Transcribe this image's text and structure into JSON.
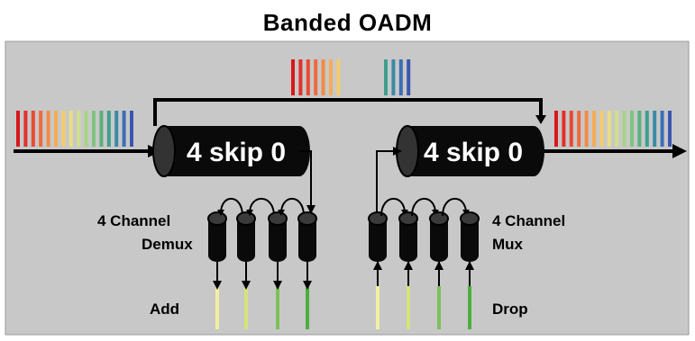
{
  "title": "Banded  OADM",
  "left_filter": {
    "label": "4 skip 0"
  },
  "right_filter": {
    "label": "4 skip 0"
  },
  "demux": {
    "line1": "4 Channel",
    "line2": "Demux"
  },
  "mux": {
    "line1": "4 Channel",
    "line2": "Mux"
  },
  "add_label": "Add",
  "drop_label": "Drop",
  "colors": {
    "panel": "#c8c8c8",
    "component": "#0a0a0a",
    "spectrum": [
      "#d7191c",
      "#e0302a",
      "#e84a33",
      "#ee6a3c",
      "#f28b45",
      "#f5ab55",
      "#f4cc6a",
      "#eadf82",
      "#cfe08a",
      "#a6d484",
      "#7fc47e",
      "#5ab07c",
      "#3f9f8f",
      "#3b8aa6",
      "#3b6fb5",
      "#3a56b0"
    ],
    "dropped_band": [
      "#d7191c",
      "#e0302a",
      "#e84a33",
      "#ee6a3c",
      "#f28b45",
      "#f5ab55",
      "#f4cc6a"
    ],
    "passing_band": [
      "#3f9f8f",
      "#3b8aa6",
      "#3b6fb5",
      "#3a56b0"
    ],
    "add_fibers": [
      "#f2f0a0",
      "#d6e37a",
      "#7cc05a",
      "#4caf3d"
    ],
    "drop_fibers": [
      "#f2f0a0",
      "#d6e37a",
      "#7cc05a",
      "#4caf3d"
    ]
  }
}
